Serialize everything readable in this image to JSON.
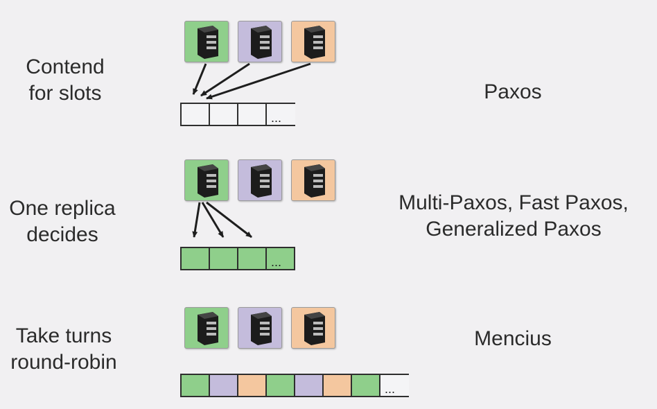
{
  "colors": {
    "green": "#8fcf8b",
    "purple": "#c4bcdc",
    "orange": "#f4c79f",
    "cell_empty": "#f4f4f6",
    "background": "#f1f0f2"
  },
  "rows": [
    {
      "label_lines": [
        "Contend",
        "for slots"
      ],
      "algorithm_lines": [
        "Paxos"
      ],
      "servers": [
        "green",
        "purple",
        "orange"
      ],
      "log_cells": [
        "empty",
        "empty",
        "empty",
        "ellipsis"
      ],
      "arrow_description": "all three replicas point to first slot"
    },
    {
      "label_lines": [
        "One replica",
        "decides"
      ],
      "algorithm_lines": [
        "Multi-Paxos, Fast Paxos,",
        "Generalized Paxos"
      ],
      "servers": [
        "green",
        "purple",
        "orange"
      ],
      "log_cells": [
        "green",
        "green",
        "green",
        "ellipsis"
      ],
      "arrow_description": "green replica points to three slots"
    },
    {
      "label_lines": [
        "Take turns",
        "round-robin"
      ],
      "algorithm_lines": [
        "Mencius"
      ],
      "servers": [
        "green",
        "purple",
        "orange"
      ],
      "log_cells": [
        "green",
        "purple",
        "orange",
        "green",
        "purple",
        "orange",
        "green",
        "ellipsis"
      ],
      "arrow_description": "none"
    }
  ],
  "ellipsis": "..."
}
